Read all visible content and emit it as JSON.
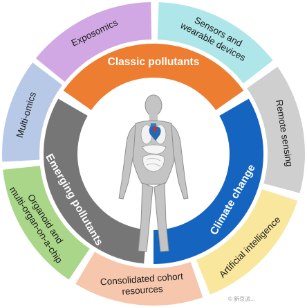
{
  "outer_ring": [
    {
      "id": "exposomics",
      "lines": [
        "Exposomics"
      ],
      "color": "#d2a8e4"
    },
    {
      "id": "sensors",
      "lines": [
        "Sensors and",
        "wearable devices"
      ],
      "color": "#aee6ea"
    },
    {
      "id": "remote-sensing",
      "lines": [
        "Remote sensing"
      ],
      "color": "#cfcfcf"
    },
    {
      "id": "ai",
      "lines": [
        "Artificial intelligence"
      ],
      "color": "#f9e79e"
    },
    {
      "id": "cohort",
      "lines": [
        "Consolidated cohort",
        "resources"
      ],
      "color": "#f6c7ad"
    },
    {
      "id": "organoid",
      "lines": [
        "Organoid and",
        "multi-organ-on-a-chip"
      ],
      "color": "#a9d689"
    },
    {
      "id": "multi-omics",
      "lines": [
        "Multi-omics"
      ],
      "color": "#b8c9e8"
    }
  ],
  "inner_ring": [
    {
      "id": "classic",
      "label": "Classic pollutants",
      "color": "#ed7d31"
    },
    {
      "id": "climate",
      "label": "Climate change",
      "color": "#1565c0"
    },
    {
      "id": "emerging",
      "label": "Emerging pollutants",
      "color": "#767676"
    }
  ],
  "watermark": "© 新京派..."
}
